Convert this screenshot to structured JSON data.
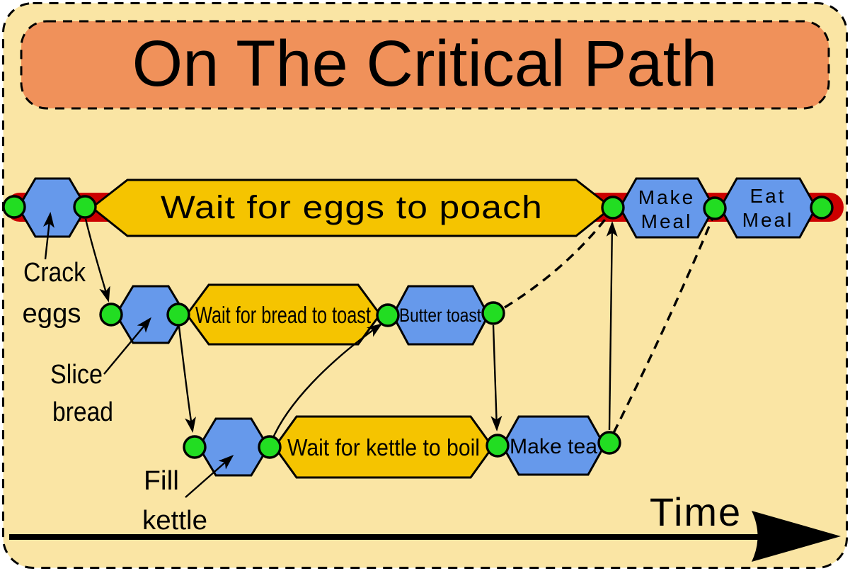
{
  "diagram": {
    "title": "On The Critical Path",
    "axis_label": "Time",
    "critical_path": {
      "wait_eggs": "Wait for eggs to poach",
      "make_meal_line1": "Make",
      "make_meal_line2": "Meal",
      "eat_meal_line1": "Eat",
      "eat_meal_line2": "Meal"
    },
    "toast_branch": {
      "wait_bread": "Wait for bread to toast",
      "butter_toast": "Butter toast"
    },
    "tea_branch": {
      "wait_kettle": "Wait for kettle to boil",
      "make_tea": "Make tea"
    },
    "pointer_labels": {
      "crack_line1": "Crack",
      "crack_line2": "eggs",
      "slice_line1": "Slice",
      "slice_line2": "bread",
      "fill_line1": "Fill",
      "fill_line2": "kettle"
    },
    "colors": {
      "page_background": "#FAE5A4",
      "banner_orange": "#F0915A",
      "task_blue": "#6699EB",
      "wait_gold": "#F5C400",
      "milestone_green": "#22DD22",
      "critical_red": "#CC0000"
    }
  }
}
